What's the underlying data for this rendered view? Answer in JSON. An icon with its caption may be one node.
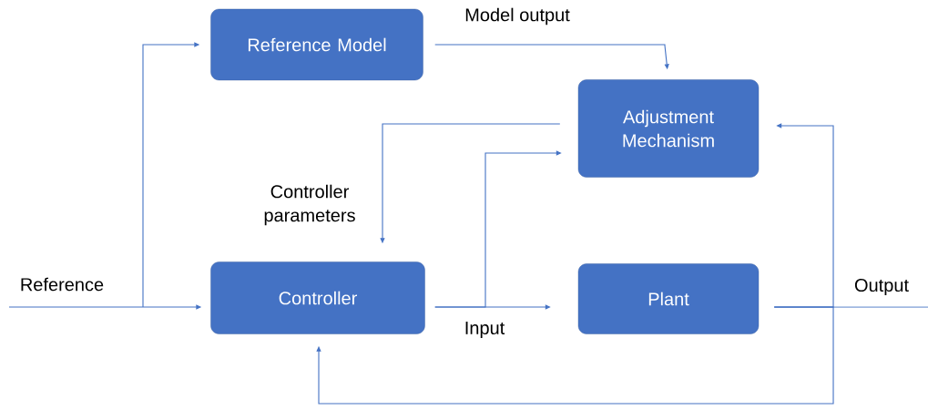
{
  "diagram": {
    "nodes": [
      {
        "text": [
          "Reference Model"
        ]
      },
      {
        "text": [
          "Adjustment Mechanism"
        ]
      },
      {
        "text": [
          "Controller"
        ]
      },
      {
        "text": [
          "Plant"
        ]
      }
    ],
    "edges": [
      {
        "from": null,
        "to": 2,
        "arrow": "to",
        "label": "Reference"
      },
      {
        "from": null,
        "to": 0,
        "arrow": "to"
      },
      {
        "from": 0,
        "to": 1,
        "arrow": "to",
        "label": "Model output"
      },
      {
        "from": 1,
        "to": 2,
        "arrow": "to",
        "label": "Controller parameters"
      },
      {
        "from": 2,
        "to": 3,
        "arrow": "to",
        "label": "Input"
      },
      {
        "from": 2,
        "to": 1,
        "arrow": "to"
      },
      {
        "from": 3,
        "to": null,
        "arrow": "none",
        "label": "Output"
      },
      {
        "from": 3,
        "to": 1,
        "arrow": "to"
      },
      {
        "from": 3,
        "to": 2,
        "arrow": "to"
      }
    ]
  }
}
